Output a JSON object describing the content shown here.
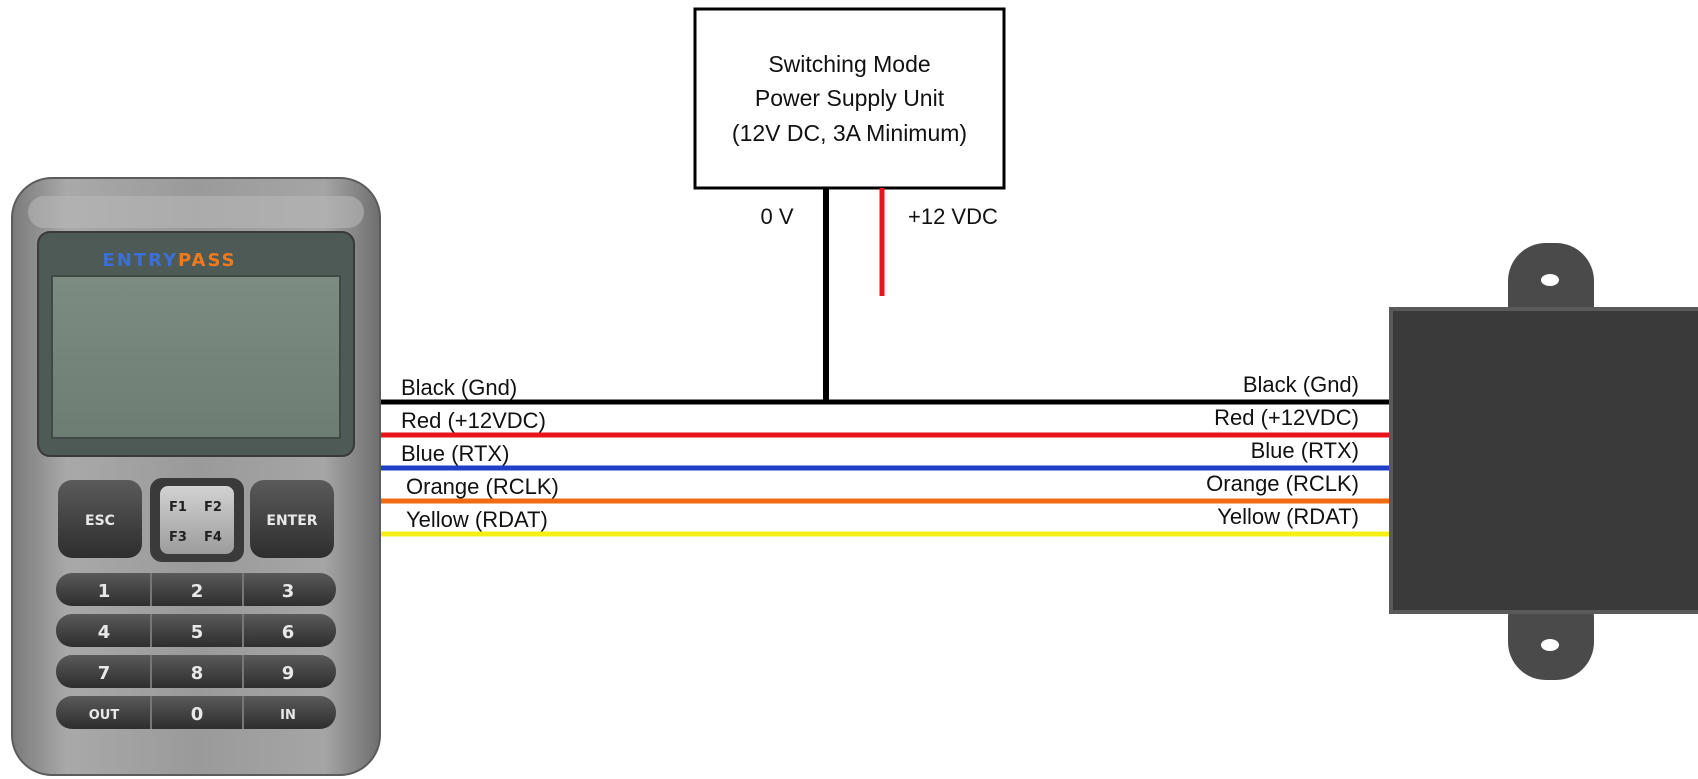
{
  "psu": {
    "lines": [
      "Switching Mode",
      "Power Supply Unit",
      "(12V DC, 3A Minimum)"
    ],
    "terminal_left": "0 V",
    "terminal_right": "+12 VDC"
  },
  "keypad": {
    "brand_left": "ENTRY",
    "brand_right": "PASS",
    "brand_left_color": "#3b6fd6",
    "brand_right_color": "#ee7a1e",
    "keys": {
      "esc": "ESC",
      "f1": "F1",
      "f2": "F2",
      "f3": "F3",
      "f4": "F4",
      "enter": "ENTER",
      "k1": "1",
      "k2": "2",
      "k3": "3",
      "k4": "4",
      "k5": "5",
      "k6": "6",
      "k7": "7",
      "k8": "8",
      "k9": "9",
      "out": "OUT",
      "k0": "0",
      "in": "IN"
    }
  },
  "wires": [
    {
      "left_label": "Black (Gnd)",
      "right_label": "Black (Gnd)",
      "color": "#000000"
    },
    {
      "left_label": "Red (+12VDC)",
      "right_label": "Red (+12VDC)",
      "color": "#e8131b"
    },
    {
      "left_label": "Blue (RTX)",
      "right_label": "Blue (RTX)",
      "color": "#1f3fc9"
    },
    {
      "left_label": "Orange (RCLK)",
      "right_label": "Orange (RCLK)",
      "color": "#f06a12"
    },
    {
      "left_label": "Yellow (RDAT)",
      "right_label": "Yellow (RDAT)",
      "color": "#f4f016"
    }
  ],
  "colors": {
    "psu_negative": "#000000",
    "psu_positive": "#e8131b",
    "module_body": "#3a3a3a"
  }
}
